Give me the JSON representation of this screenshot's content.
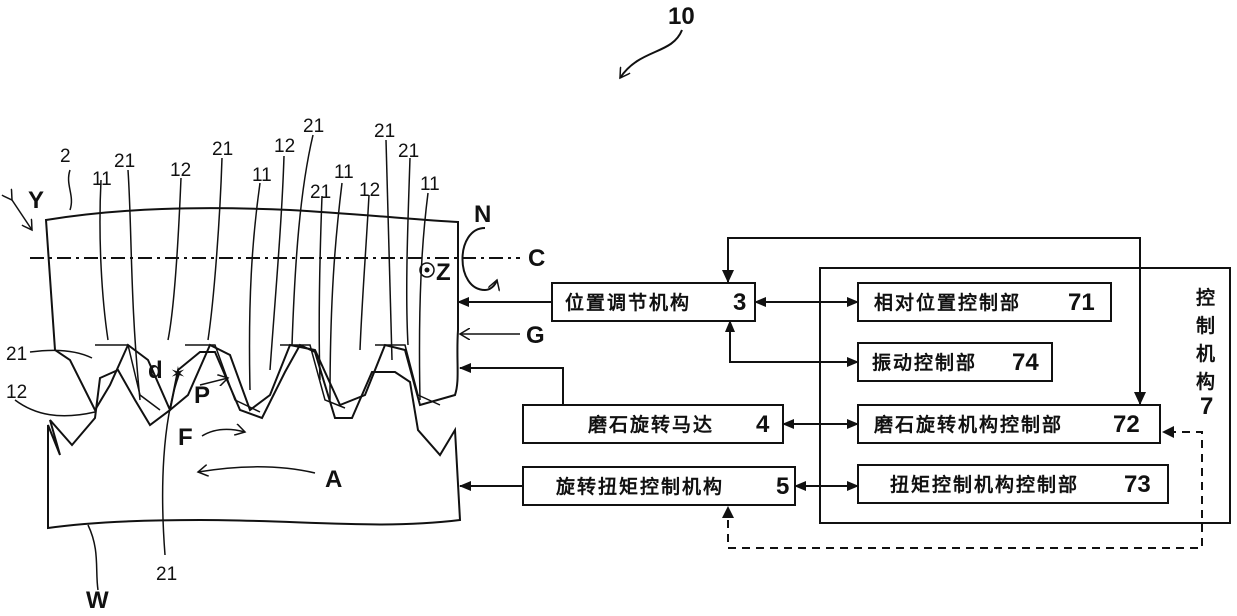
{
  "figure": {
    "reference_number": "10"
  },
  "parts": {
    "grindstone": "2",
    "workpiece": "W",
    "axis_c": "C",
    "rotation_n": "N",
    "axis_z": "Z",
    "direction_y": "Y",
    "direction_g": "G",
    "label_a": "A",
    "label_f": "F",
    "label_p": "P",
    "label_d": "d"
  },
  "reference_labels": {
    "top": [
      "11",
      "21",
      "12",
      "21",
      "11",
      "12",
      "21",
      "21",
      "11",
      "12",
      "21",
      "21",
      "11"
    ],
    "left_21": "21",
    "left_12": "12",
    "bottom_21": "21"
  },
  "blocks": {
    "position_adjust": {
      "label": "位置调节机构",
      "num": "3"
    },
    "grind_motor": {
      "label": "磨石旋转马达",
      "num": "4"
    },
    "torque_mech": {
      "label": "旋转扭矩控制机构",
      "num": "5"
    },
    "relative_pos_ctrl": {
      "label": "相对位置控制部",
      "num": "71"
    },
    "vibration_ctrl": {
      "label": "振动控制部",
      "num": "74"
    },
    "grind_rot_ctrl": {
      "label": "磨石旋转机构控制部",
      "num": "72"
    },
    "torque_ctrl": {
      "label": "扭矩控制机构控制部",
      "num": "73"
    },
    "control_unit": {
      "label_chars": [
        "控",
        "制",
        "机",
        "构"
      ],
      "num": "7"
    }
  }
}
